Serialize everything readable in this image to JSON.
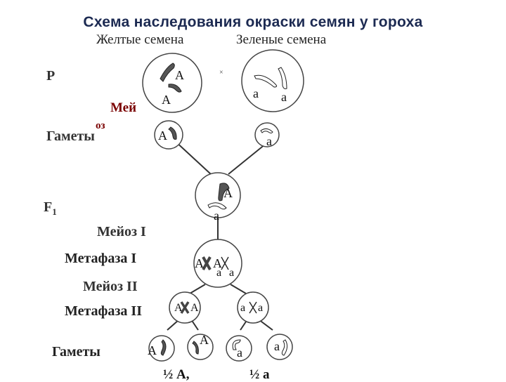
{
  "title": "Схема наследования окраски семян у гороха",
  "parents": {
    "left_label": "Желтые семена",
    "right_label": "Зеленые семена",
    "cross_symbol": "×"
  },
  "labels": {
    "p": "Р",
    "meioz_word": "Мей",
    "meioz_sup": "оз",
    "gametes": "Гаметы",
    "f1": "F",
    "f1_sub": "1",
    "meioz1": "Мейоз I",
    "metaphase1": "Метафаза I",
    "meioz2": "Мейоз II",
    "metaphase2": "Метафаза II",
    "gametes2": "Гаметы"
  },
  "alleles": {
    "dominant": "А",
    "recessive": "а"
  },
  "fractions": {
    "left": "½ А,",
    "right": "½ а"
  },
  "colors": {
    "title": "#1c2a52",
    "meioz": "#7a0000",
    "line": "#333333",
    "dominant_chromosome": "#555555",
    "recessive_chromosome": "#ffffff"
  }
}
